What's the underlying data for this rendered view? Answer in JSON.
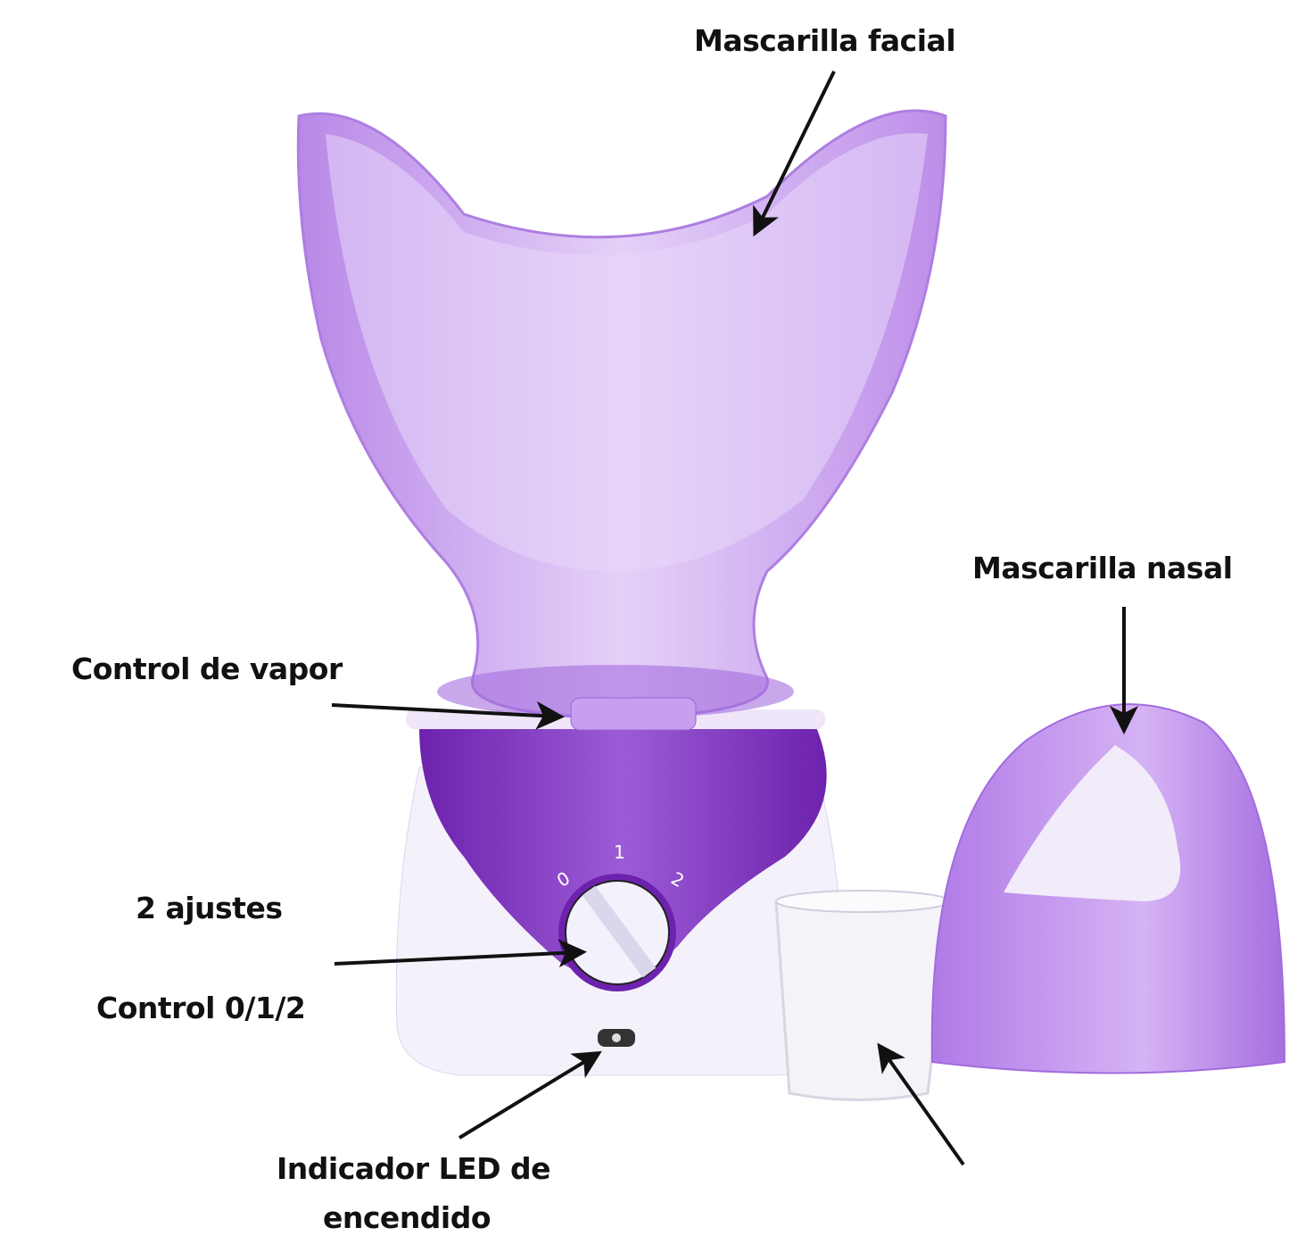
{
  "labels": {
    "facial_mask": "Mascarilla facial",
    "nasal_mask": "Mascarilla nasal",
    "steam_control": "Control de vapor",
    "settings": "2 ajustes",
    "control_dial": "Control 0/1/2",
    "led_line1": "Indicador LED de",
    "led_line2": "encendido"
  },
  "dial": {
    "marks": [
      "0",
      "1",
      "2"
    ]
  },
  "colors": {
    "purple_light": "#c9a6ee",
    "purple_dark": "#7a2fb8",
    "white_body": "#f3f0fb",
    "arrow": "#111111"
  }
}
